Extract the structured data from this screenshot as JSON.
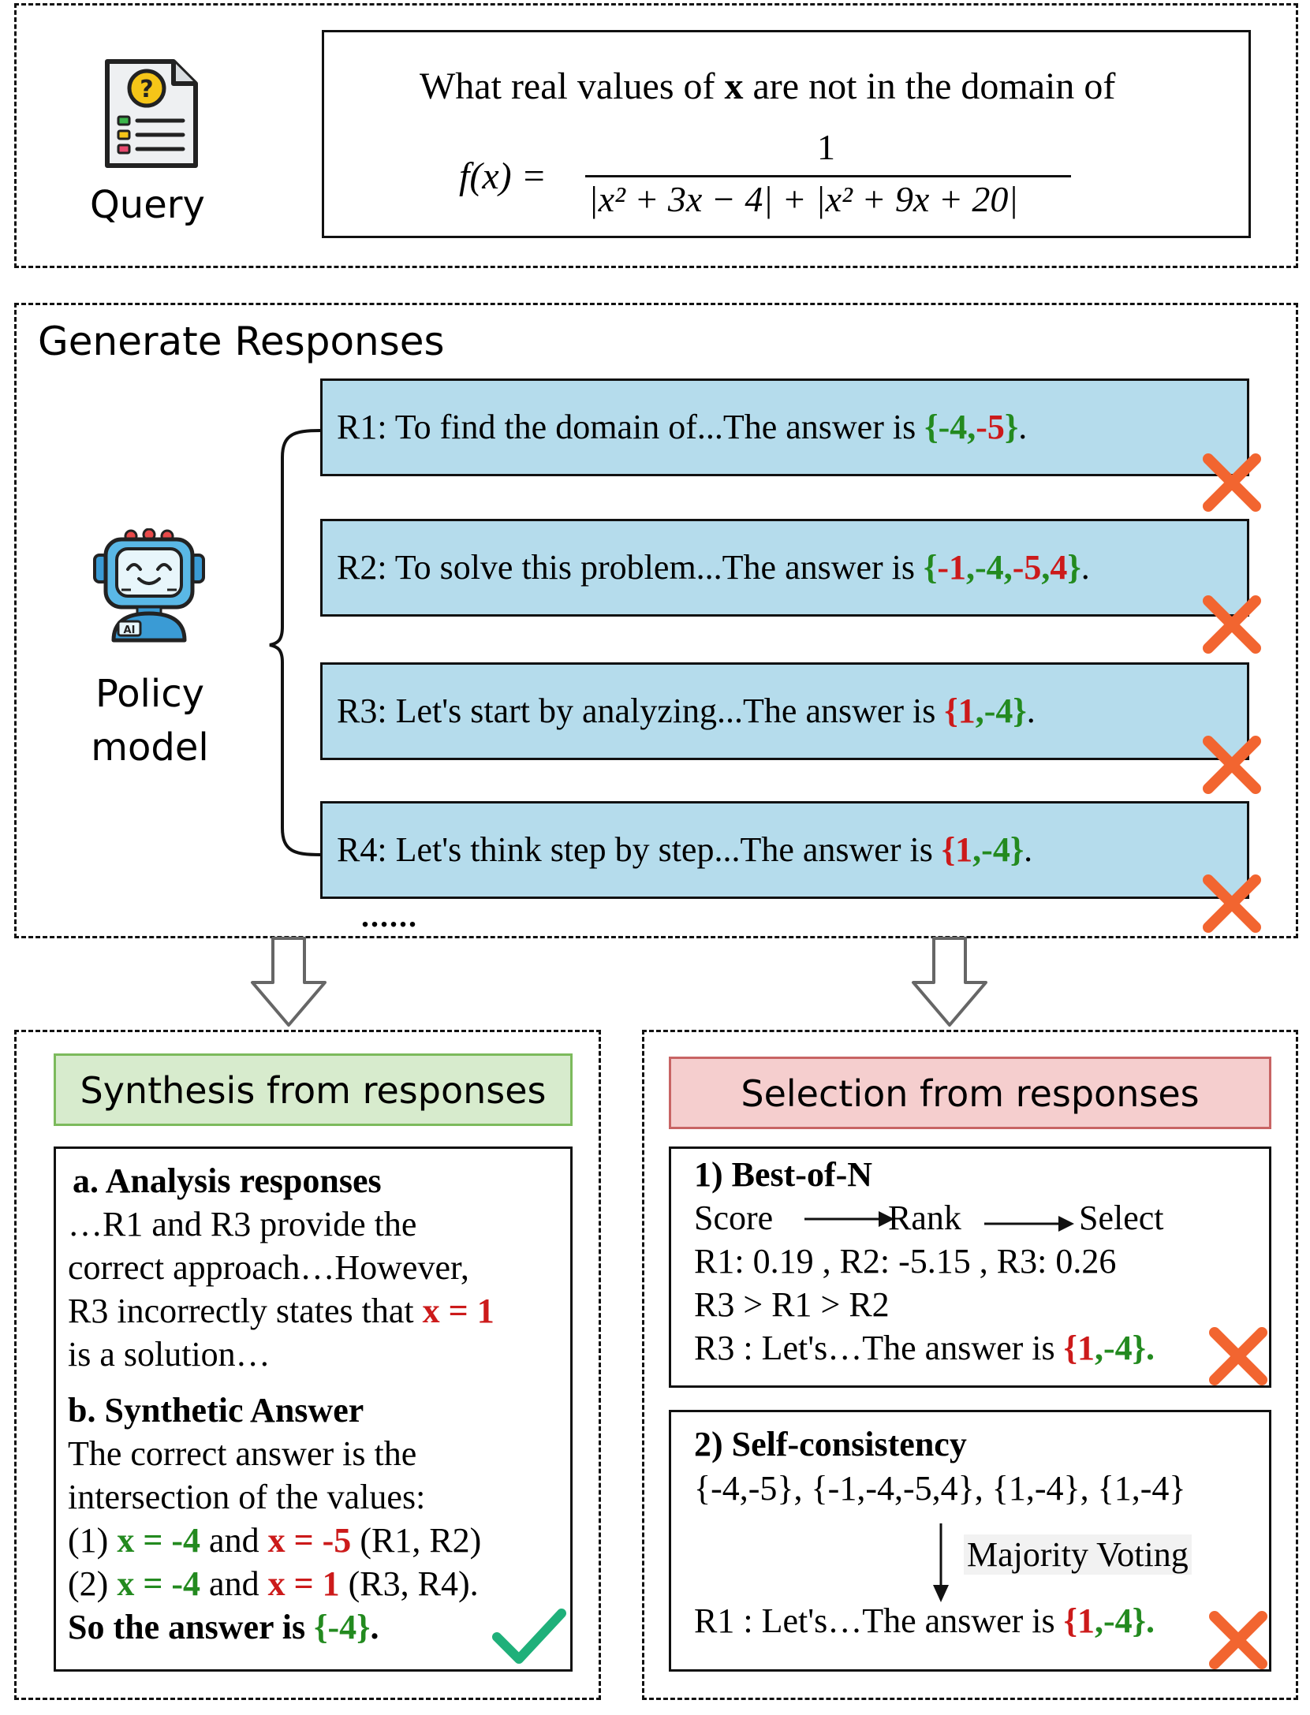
{
  "query": {
    "label": "Query",
    "question_pre": "What real values of ",
    "question_var": "x",
    "question_post": " are not in the domain of",
    "formula_lhs": "f(x) =",
    "formula_numerator": "1",
    "formula_denominator": "|x² + 3x − 4| + |x² + 9x + 20|"
  },
  "generate": {
    "title": "Generate Responses",
    "policy_label_line1": "Policy",
    "policy_label_line2": "model",
    "robot_badge": "AI",
    "ellipsis": "......",
    "responses": [
      {
        "prefix": "R1: To find the domain of...The answer is ",
        "open": "{",
        "parts": [
          {
            "t": "-4",
            "c": "g"
          },
          {
            "t": ",",
            "c": "g"
          },
          {
            "t": "-5",
            "c": "r"
          }
        ],
        "close": "}",
        "end": "."
      },
      {
        "prefix": "R2: To solve this problem...The answer is ",
        "open": "{",
        "parts": [
          {
            "t": "-1",
            "c": "r"
          },
          {
            "t": ",",
            "c": "g"
          },
          {
            "t": "-4",
            "c": "g"
          },
          {
            "t": ",",
            "c": "g"
          },
          {
            "t": "-5",
            "c": "r"
          },
          {
            "t": ",",
            "c": "g"
          },
          {
            "t": "4",
            "c": "r"
          }
        ],
        "close": "}",
        "end": "."
      },
      {
        "prefix": "R3: Let's start by analyzing...The answer is ",
        "open": "{",
        "parts": [
          {
            "t": "1",
            "c": "r"
          },
          {
            "t": ",",
            "c": "g"
          },
          {
            "t": "-4",
            "c": "g"
          }
        ],
        "close": "}",
        "end": "."
      },
      {
        "prefix": "R4: Let's think step by step...The answer is ",
        "open": "{",
        "parts": [
          {
            "t": "1",
            "c": "r"
          },
          {
            "t": ",",
            "c": "g"
          },
          {
            "t": "-4",
            "c": "g"
          }
        ],
        "close": "}",
        "end": "."
      }
    ]
  },
  "synthesis": {
    "title": "Synthesis from responses",
    "a_heading": "a. Analysis responses",
    "a_line1": "…R1 and R3 provide the",
    "a_line2": "correct approach…However,",
    "a_line3_pre": "R3 incorrectly states that ",
    "a_line3_red": "x = 1",
    "a_line4": "is a solution…",
    "b_heading": "b. Synthetic Answer",
    "b_line1": "The correct answer is the",
    "b_line2": "intersection of the values:",
    "b_line3_pre": "(1) ",
    "b_line3_green": "x = -4",
    "b_line3_mid": " and ",
    "b_line3_red": "x = -5",
    "b_line3_post": " (R1, R2)",
    "b_line4_pre": "(2) ",
    "b_line4_green": "x = -4",
    "b_line4_mid": " and ",
    "b_line4_red": "x = 1",
    "b_line4_post": "  (R3, R4).",
    "final_pre": "So the answer is ",
    "final_green": "{-4}",
    "final_post": "."
  },
  "selection": {
    "title": "Selection from responses",
    "bon_heading": "1) Best-of-N",
    "bon_score": "Score",
    "bon_rank": "Rank",
    "bon_select": "Select",
    "bon_scores": "R1: 0.19 , R2: -5.15 , R3: 0.26",
    "bon_order": "R3 > R1 > R2",
    "bon_result_pre": "R3 : Let's…The answer is ",
    "sc_heading": "2) Self-consistency",
    "sc_sets": "{-4,-5}, {-1,-4,-5,4}, {1,-4}, {1,-4}",
    "sc_voting": "Majority Voting",
    "sc_result_pre": "R1 : Let's…The answer is ",
    "result_open": "{",
    "result_red": "1",
    "result_comma": ",",
    "result_green": "-4",
    "result_close": "}."
  },
  "colors": {
    "green": "#238a1f",
    "red": "#cc1a1a",
    "response_fill": "#b5dcec",
    "synthesis_fill": "#d7ebcd",
    "selection_fill": "#f5cece",
    "cross": "#f26530",
    "check": "#1fb07a"
  }
}
